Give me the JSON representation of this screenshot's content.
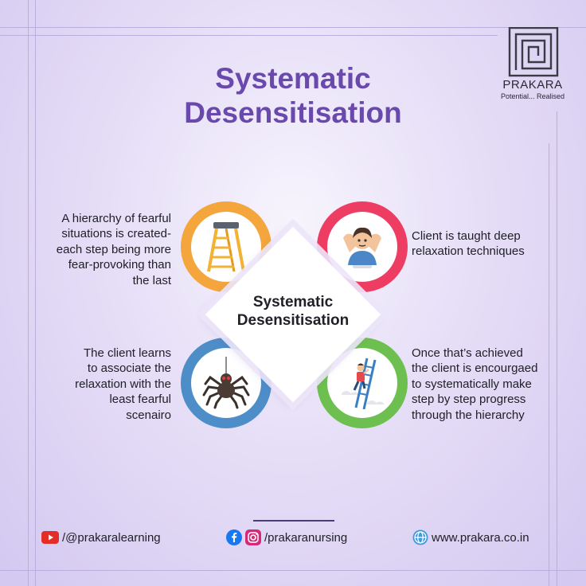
{
  "title": {
    "line1": "Systematic",
    "line2": "Desensitisation"
  },
  "brand": {
    "name": "PRAKARA",
    "tagline": "Potential... Realised"
  },
  "center": {
    "line1": "Systematic",
    "line2": "Desensitisation"
  },
  "steps": [
    {
      "lines": [
        "A hierarchy of fearful",
        "situations is created-",
        "each step being more",
        "fear-provoking than",
        "the last"
      ],
      "icon": "ladder-icon",
      "color": "#f4a53b"
    },
    {
      "lines": [
        "Client is taught deep",
        "relaxation techniques"
      ],
      "icon": "relaxing-person-icon",
      "color": "#ee3d63"
    },
    {
      "lines": [
        "The client learns",
        "to associate the",
        "relaxation with the",
        "least fearful",
        "scenairo"
      ],
      "icon": "spider-icon",
      "color": "#4e8ec8"
    },
    {
      "lines": [
        "Once that’s achieved",
        "the client is encourgaed",
        "to systematically make",
        "step by step progress",
        "through the hierarchy"
      ],
      "icon": "climbing-ladder-icon",
      "color": "#6dbf4f"
    }
  ],
  "footer": {
    "youtube": "/@prakaralearning",
    "social": "/prakaranursing",
    "website": "www.prakara.co.in"
  },
  "colors": {
    "title": "#6a49ad",
    "frame": "#b9aedc"
  }
}
